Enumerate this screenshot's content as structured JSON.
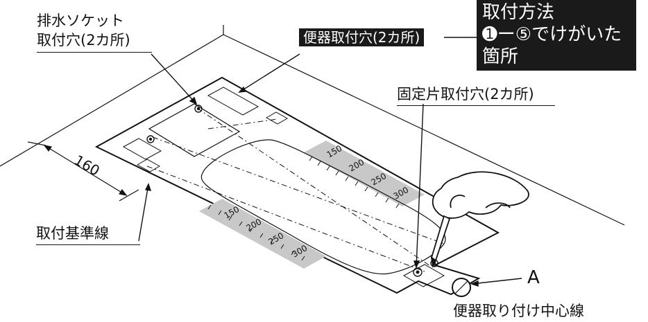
{
  "labels": {
    "drain_socket_holes_line1": "排水ソケット",
    "drain_socket_holes_line2": "取付穴(2カ所)",
    "toilet_mount_holes": "便器取付穴(2カ所)",
    "fixing_piece_holes": "固定片取付穴(2カ所)",
    "reference_line": "取付基準線",
    "center_line": "便器取り付け中心線",
    "marker_a": "A",
    "dimension_160": "160"
  },
  "method_box": {
    "line1": "取付方法",
    "line2": "➊ー⑤でけがいた",
    "line3": "箇所"
  },
  "scale_ticks": {
    "upper": [
      "150",
      "200",
      "250",
      "300"
    ],
    "lower": [
      "150",
      "200",
      "250",
      "300"
    ]
  },
  "colors": {
    "ink": "#111111",
    "scale_band": "#c8c8c8",
    "dark_box": "#1a1a1a"
  }
}
